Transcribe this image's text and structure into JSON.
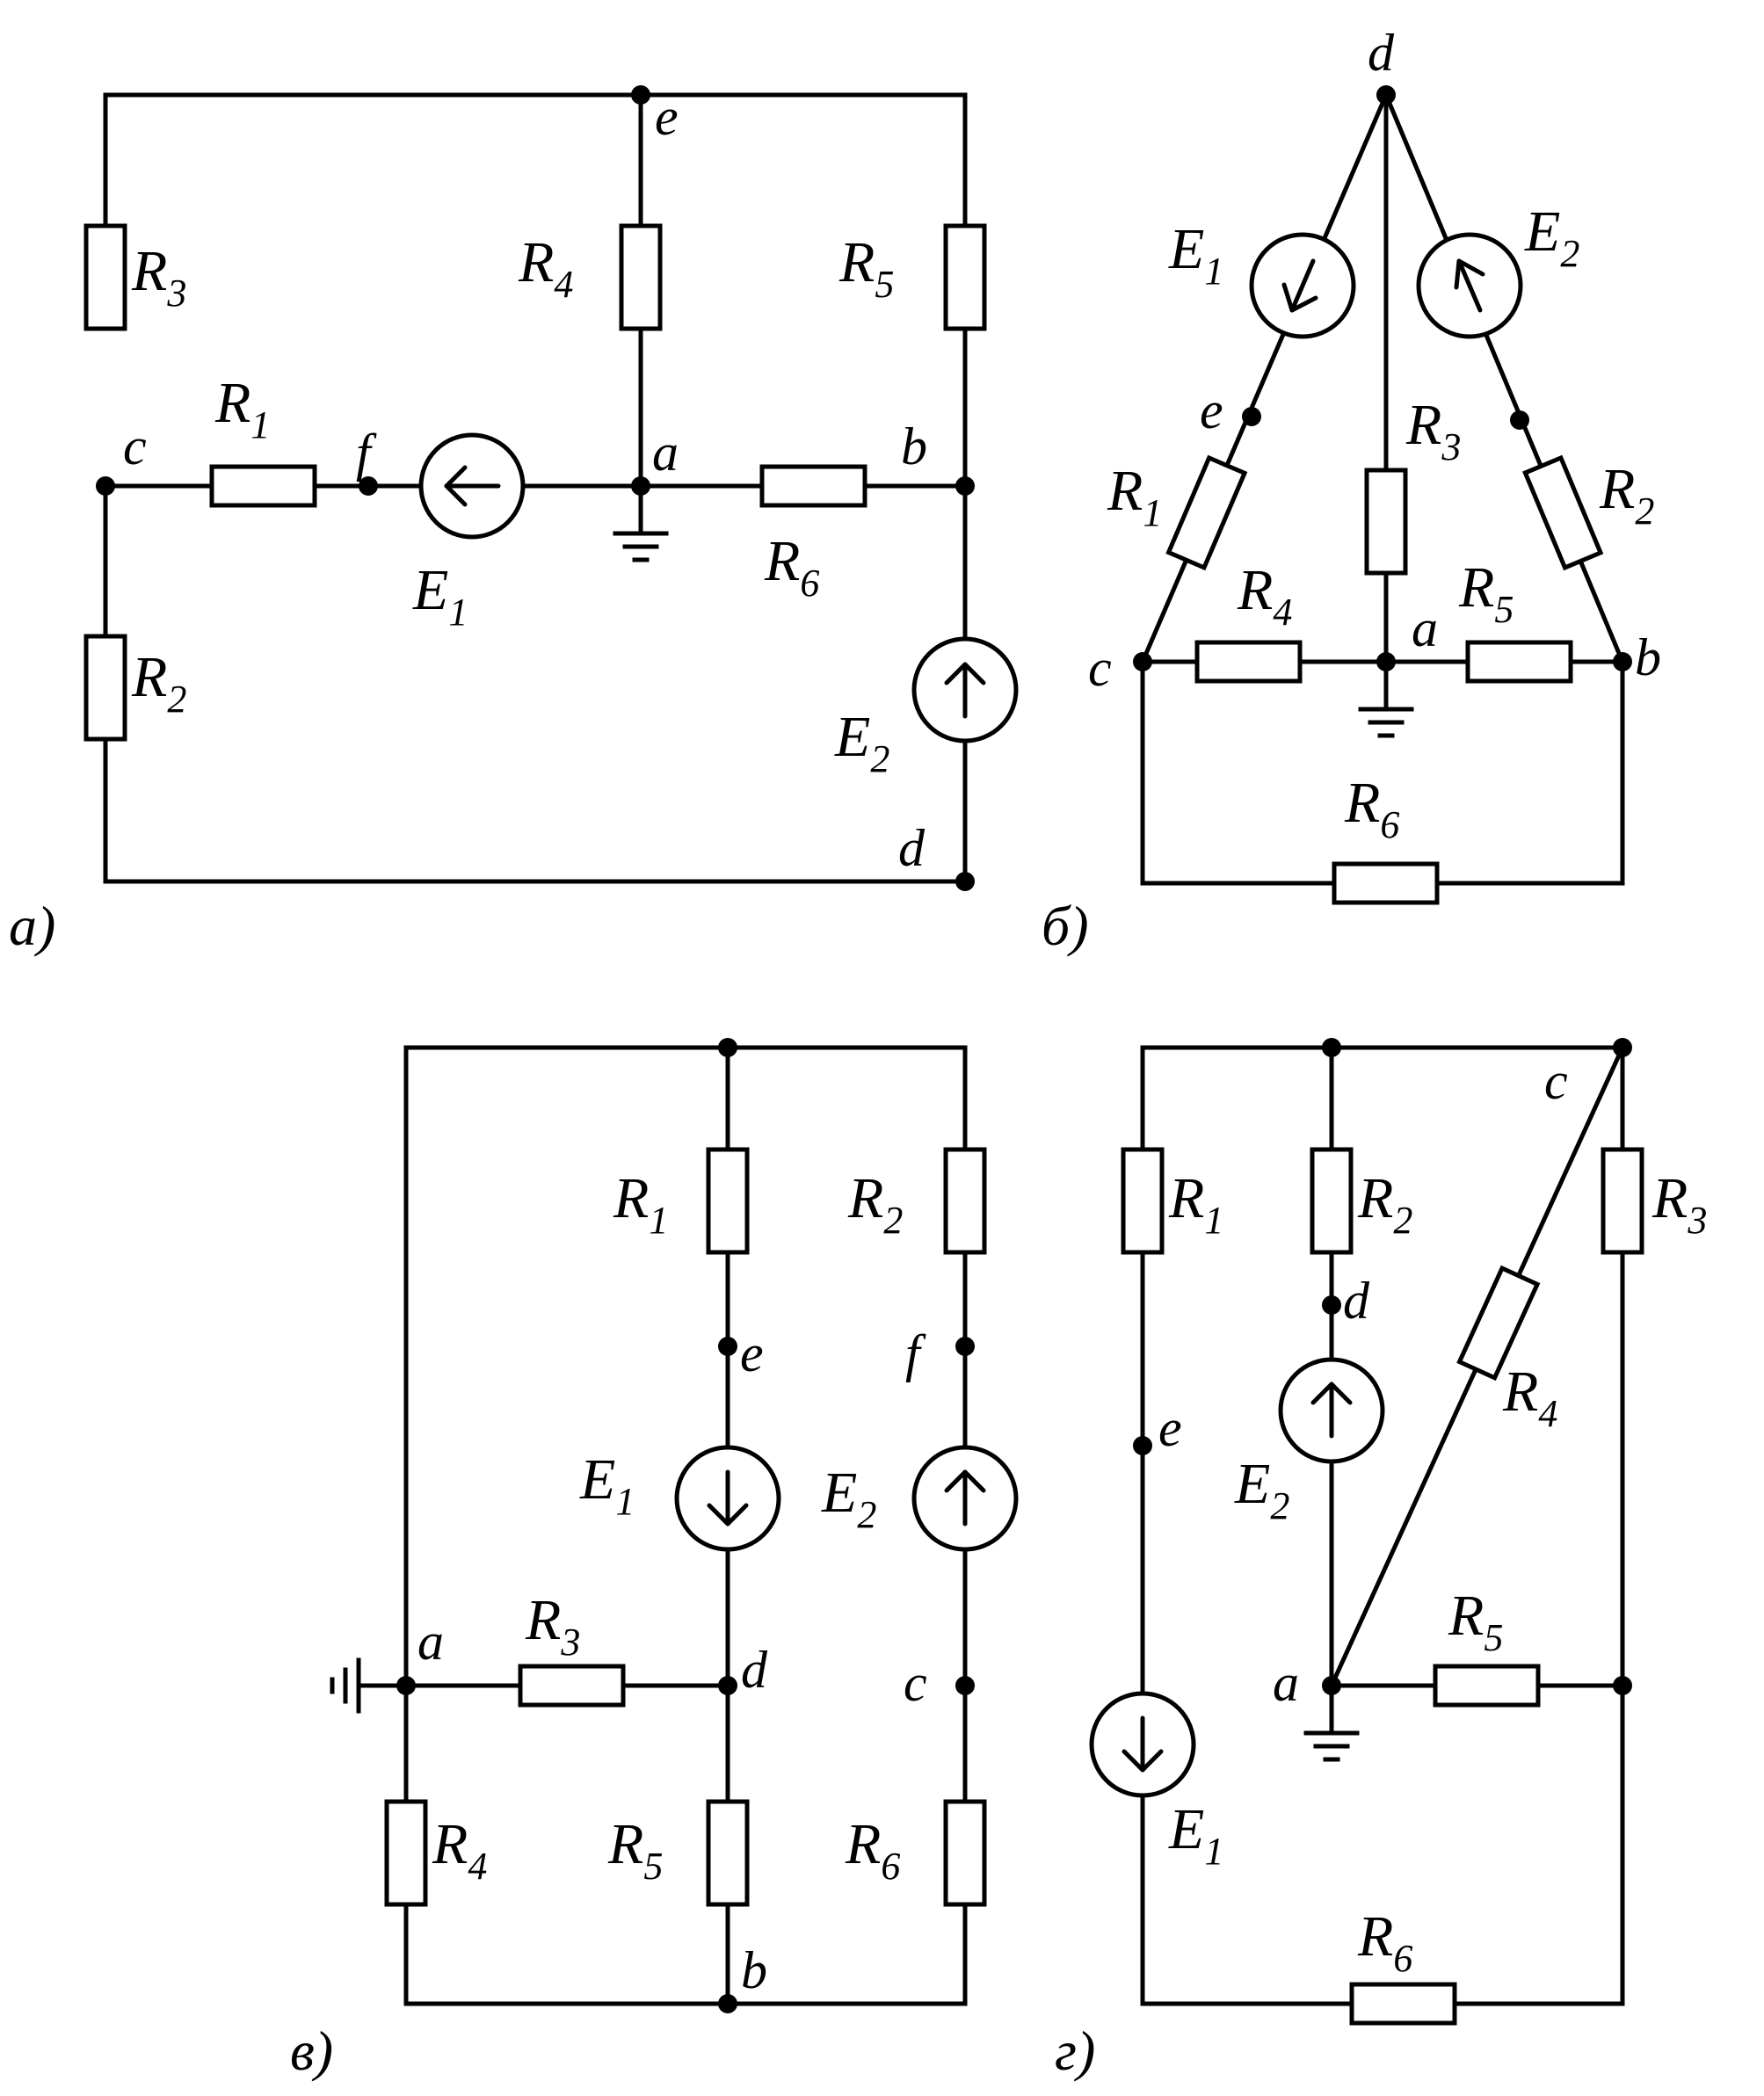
{
  "colors": {
    "ink": "#000000",
    "paper": "#ffffff"
  },
  "diagrams": {
    "a": {
      "caption": "а)",
      "nodes": [
        "a",
        "b",
        "c",
        "d",
        "e",
        "f"
      ],
      "resistors": [
        "R3",
        "R4",
        "R5",
        "R1",
        "R6",
        "R2"
      ],
      "sources": [
        "E1",
        "E2"
      ]
    },
    "b": {
      "caption": "б)",
      "nodes": [
        "a",
        "b",
        "c",
        "d",
        "e"
      ],
      "resistors": [
        "R1",
        "R2",
        "R3",
        "R4",
        "R5",
        "R6"
      ],
      "sources": [
        "E1",
        "E2"
      ]
    },
    "c": {
      "caption": "в)",
      "nodes": [
        "a",
        "b",
        "c",
        "d",
        "e",
        "f"
      ],
      "resistors": [
        "R1",
        "R2",
        "R3",
        "R4",
        "R5",
        "R6"
      ],
      "sources": [
        "E1",
        "E2"
      ]
    },
    "d": {
      "caption": "г)",
      "nodes": [
        "a",
        "c",
        "d",
        "e"
      ],
      "resistors": [
        "R1",
        "R2",
        "R3",
        "R4",
        "R5",
        "R6"
      ],
      "sources": [
        "E1",
        "E2"
      ]
    }
  },
  "symbols": {
    "ground": "ground-icon",
    "resistor": "resistor-icon",
    "source": "voltage-source-icon",
    "junction": "junction-dot-icon"
  }
}
